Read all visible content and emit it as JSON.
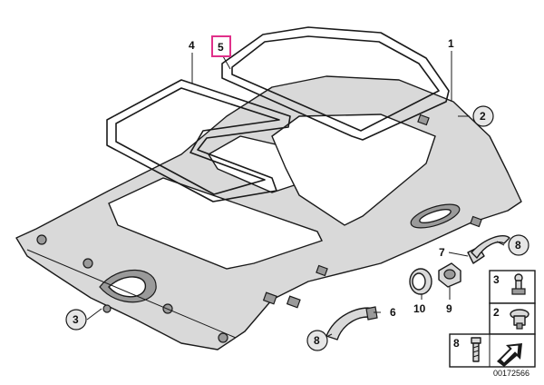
{
  "callouts": {
    "c1": "1",
    "c2": "2",
    "c3": "3",
    "c4": "4",
    "c5": "5",
    "c6": "6",
    "c7": "7",
    "c8a": "8",
    "c8b": "8",
    "c9": "9",
    "c10": "10"
  },
  "legend": {
    "r3": "3",
    "r2": "2",
    "r8": "8"
  },
  "diagram_ref": "00172566",
  "colors": {
    "highlight": "#e0308a"
  }
}
